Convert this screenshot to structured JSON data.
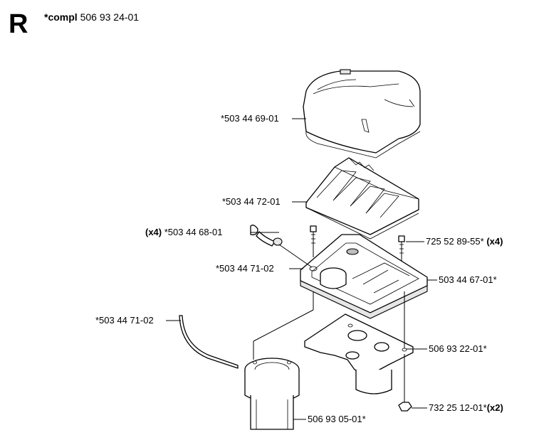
{
  "header": {
    "section_letter": "R",
    "compl_label": "*compl",
    "compl_number": "506 93 24-01"
  },
  "parts": [
    {
      "id": "filter-cover",
      "prefix": "",
      "number": "*503 44 69-01",
      "suffix": ""
    },
    {
      "id": "air-filter",
      "prefix": "",
      "number": "*503 44 72-01",
      "suffix": ""
    },
    {
      "id": "clip",
      "prefix": "(x4)",
      "number": "*503 44 68-01",
      "suffix": ""
    },
    {
      "id": "filter-holder",
      "prefix": "",
      "number": "*503 44 71-02",
      "suffix": ""
    },
    {
      "id": "tube",
      "prefix": "",
      "number": "*503 44 71-02",
      "suffix": ""
    },
    {
      "id": "screw-top",
      "prefix": "",
      "number": "725 52 89-55*",
      "suffix": "(x4)"
    },
    {
      "id": "base-plate",
      "prefix": "",
      "number": "503 44 67-01*",
      "suffix": ""
    },
    {
      "id": "bracket",
      "prefix": "",
      "number": "506 93 22-01*",
      "suffix": ""
    },
    {
      "id": "nut",
      "prefix": "",
      "number": "732 25 12-01*",
      "suffix": "(x2)"
    },
    {
      "id": "pre-filter",
      "prefix": "",
      "number": "506 93 05-01*",
      "suffix": ""
    }
  ]
}
